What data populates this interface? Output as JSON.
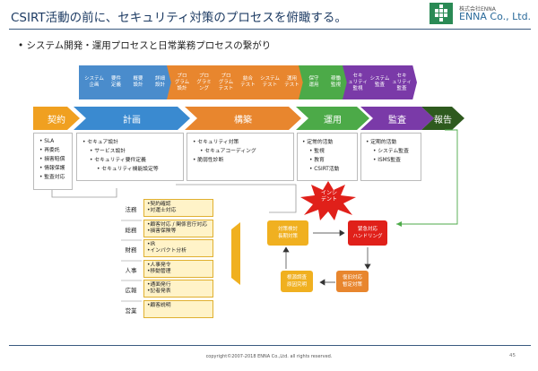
{
  "header": {
    "title": "CSIRT活動の前に、セキュリティ対策のプロセスを俯瞰する。",
    "company_small": "株式会社ENNA",
    "company_name": "ENNA Co., Ltd.",
    "logo_icon": "enna-grid-logo"
  },
  "subtitle": "• システム開発・運用プロセスと日常業務プロセスの繋がり",
  "top_chevrons": [
    {
      "label": "システム\n企画",
      "color": "#4a8ccc"
    },
    {
      "label": "要件\n定義",
      "color": "#4a8ccc"
    },
    {
      "label": "概要\n設計",
      "color": "#4a8ccc"
    },
    {
      "label": "詳細\n設計",
      "color": "#4a8ccc"
    },
    {
      "label": "プロ\nグラム\n設計",
      "color": "#e8862e"
    },
    {
      "label": "プロ\nグラミ\nング",
      "color": "#e8862e"
    },
    {
      "label": "プロ\nグラム\nテスト",
      "color": "#e8862e"
    },
    {
      "label": "結合\nテスト",
      "color": "#e8862e"
    },
    {
      "label": "システム\nテスト",
      "color": "#e8862e"
    },
    {
      "label": "運用\nテスト",
      "color": "#e8862e"
    },
    {
      "label": "保守\n運用",
      "color": "#4caa48"
    },
    {
      "label": "稼働\n監視",
      "color": "#4caa48"
    },
    {
      "label": "セキ\nュリティ\n監視",
      "color": "#7a3aa8"
    },
    {
      "label": "システム\n監査",
      "color": "#7a3aa8"
    },
    {
      "label": "セキ\nュリティ\n監査",
      "color": "#7a3aa8"
    }
  ],
  "phases": [
    {
      "label": "契約",
      "color": "#f0a020"
    },
    {
      "label": "計画",
      "color": "#3a8ad0"
    },
    {
      "label": "構築",
      "color": "#e8862e"
    },
    {
      "label": "運用",
      "color": "#4caa48"
    },
    {
      "label": "監査",
      "color": "#7a3aa8"
    },
    {
      "label": "報告",
      "color": "#2e5a1e"
    }
  ],
  "boxes": {
    "contract": [
      "SLA",
      "再委託",
      "損害賠償",
      "情報保護",
      "監査対応"
    ],
    "plan": [
      "セキュア設計",
      "サービス設計",
      "セキュリティ要件定義",
      "セキュリティ機能設定等"
    ],
    "build": [
      "セキュリティ対策",
      "セキュアコーディング",
      "脆弱性診断"
    ],
    "ops": [
      "定常的活動",
      "監視",
      "教育",
      "CSIRT活動"
    ],
    "audit": [
      "定期的活動",
      "システム監査",
      "ISMS監査"
    ]
  },
  "incident_label": "インシ\nデント",
  "lanes": [
    {
      "dept": "法務",
      "items": [
        "•契約確認",
        "•対運士対応"
      ]
    },
    {
      "dept": "総務",
      "items": [
        "•顧客対応 / 関係官庁対応",
        "•損害保険等"
      ]
    },
    {
      "dept": "財務",
      "items": [
        "•IR",
        "•インパクト分析"
      ]
    },
    {
      "dept": "人事",
      "items": [
        "•人事発令",
        "•移動管理"
      ]
    },
    {
      "dept": "広報",
      "items": [
        "•通面発行",
        "•記者発表"
      ]
    },
    {
      "dept": "営業",
      "items": [
        "•顧客説明"
      ]
    }
  ],
  "cycle": [
    {
      "label": "対策検討\n長期対策",
      "color": "#f0b020"
    },
    {
      "label": "緊急対応\nハンドリング",
      "color": "#e0201a"
    },
    {
      "label": "復旧対応\n暫定対策",
      "color": "#e8862e"
    },
    {
      "label": "根源調査\n原因究明",
      "color": "#f0b020"
    }
  ],
  "footer": "copyright©2007-2018 ENNA Co.,Ltd. all rights reserved.",
  "page_number": "45"
}
